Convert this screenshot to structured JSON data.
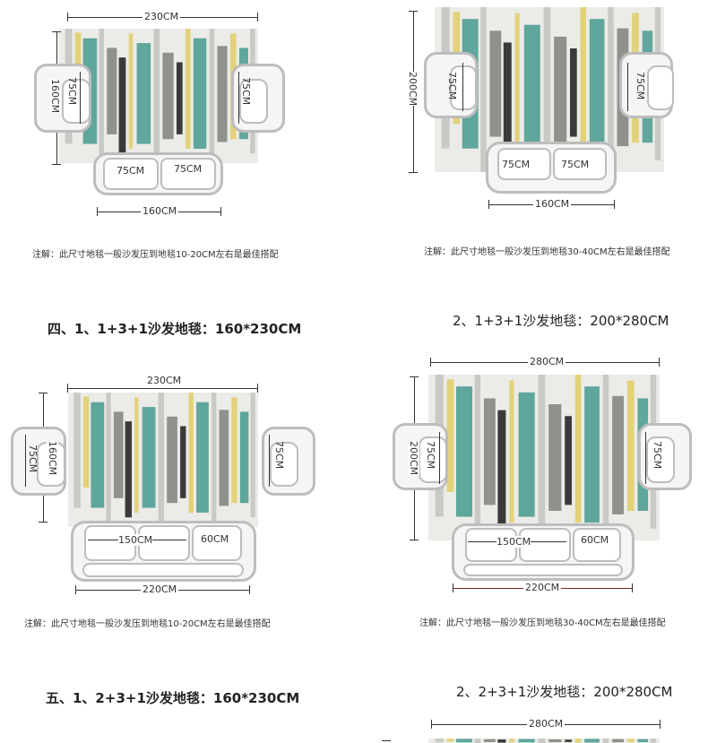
{
  "panels": {
    "p1": {
      "width": "230CM",
      "depth": "160CM",
      "chair": "75CM",
      "sofa_a": "75CM",
      "sofa_b": "75CM",
      "sofa_total": "160CM",
      "note": "注解：此尺寸地毯一般沙发压到地毯10-20CM左右是最佳搭配"
    },
    "p2": {
      "depth": "200CM",
      "chair": "75CM",
      "sofa_a": "75CM",
      "sofa_b": "75CM",
      "sofa_total": "160CM",
      "note": "注解：此尺寸地毯一般沙发压到地毯30-40CM左右是最佳搭配"
    },
    "p3": {
      "width": "230CM",
      "depth": "160CM",
      "chair": "75CM",
      "sofa_a": "150CM",
      "sofa_b": "60CM",
      "sofa_total": "220CM",
      "note": "注解：此尺寸地毯一般沙发压到地毯10-20CM左右是最佳搭配"
    },
    "p4": {
      "width": "280CM",
      "depth": "200CM",
      "chair": "75CM",
      "sofa_a": "150CM",
      "sofa_b": "60CM",
      "sofa_total": "220CM",
      "note": "注解：此尺寸地毯一般沙发压到地毯30-40CM左右是最佳搭配"
    },
    "p5": {
      "width": "280CM"
    }
  },
  "headings": {
    "h4_1": "四、1、1+3+1沙发地毯：160*230CM",
    "h4_2": "2、1+3+1沙发地毯：200*280CM",
    "h5_1": "五、1、2+3+1沙发地毯：160*230CM",
    "h5_2": "2、2+3+1沙发地毯：200*280CM"
  },
  "colors": {
    "teal": "#5fa69c",
    "yellow": "#e3d27a",
    "charcoal": "#3a3a3a",
    "grey": "#8f918d",
    "lightgrey": "#c9cac5"
  }
}
